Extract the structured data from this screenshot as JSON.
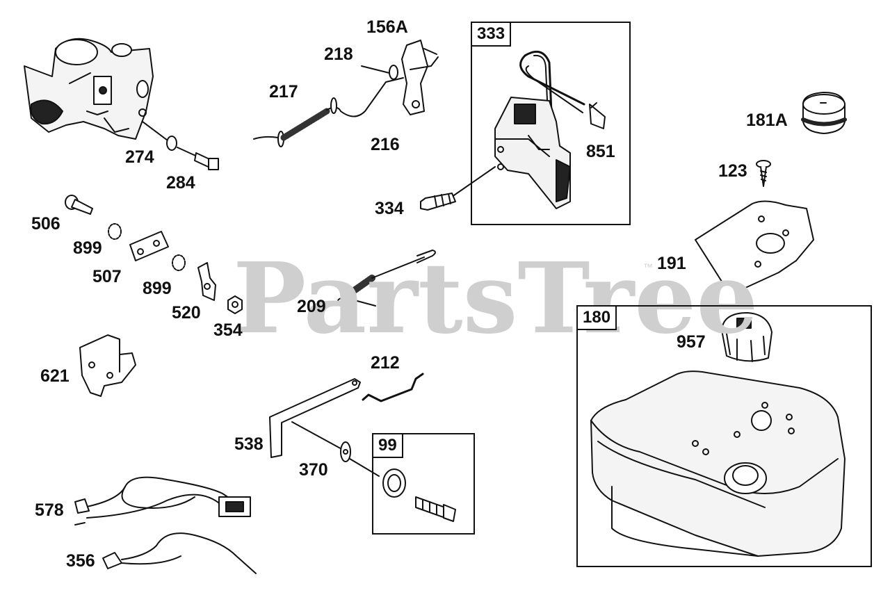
{
  "watermark": {
    "text": "PartsTree",
    "trademark": "™"
  },
  "frames": {
    "f333": "333",
    "f180": "180",
    "f99": "99"
  },
  "labels": {
    "p156A": "156A",
    "p218": "218",
    "p217": "217",
    "p216": "216",
    "p274": "274",
    "p284": "284",
    "p851": "851",
    "p334": "334",
    "p181A": "181A",
    "p123": "123",
    "p506": "506",
    "p899a": "899",
    "p507": "507",
    "p899b": "899",
    "p520": "520",
    "p354": "354",
    "p209": "209",
    "p191": "191",
    "p957": "957",
    "p621": "621",
    "p212": "212",
    "p538": "538",
    "p370": "370",
    "p578": "578",
    "p356": "356"
  }
}
